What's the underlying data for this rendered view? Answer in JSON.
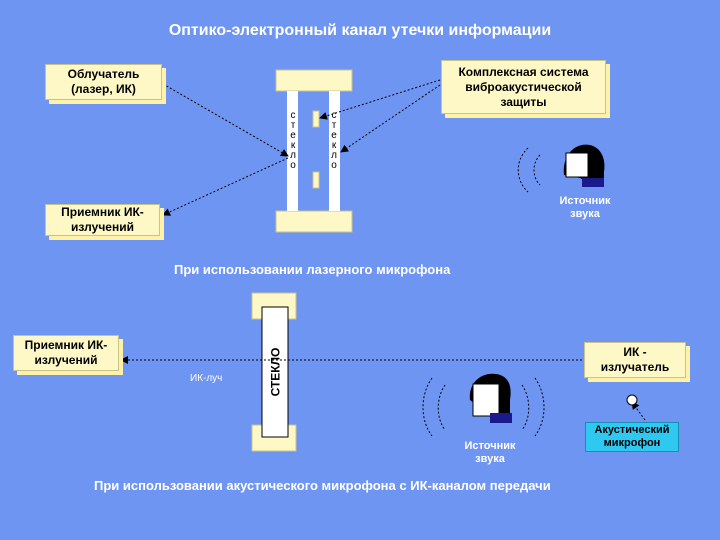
{
  "title": "Оптико-электронный канал утечки информации",
  "top": {
    "irradiator": [
      "Облучатель",
      "(лазер, ИК)"
    ],
    "receiver": [
      "Приемник ИК-",
      "излучений"
    ],
    "vibro_system": [
      "Комплексная система",
      "виброакустической",
      "защиты"
    ],
    "glass_left": [
      "с",
      "т",
      "е",
      "к",
      "л",
      "о"
    ],
    "glass_right": [
      "с",
      "т",
      "е",
      "к",
      "л",
      "о"
    ],
    "sound_source": [
      "Источник",
      "звука"
    ],
    "caption": "При использовании лазерного микрофона"
  },
  "bottom": {
    "receiver": [
      "Приемник ИК-",
      "излучений"
    ],
    "ir_emitter": [
      "ИК -",
      "излучатель"
    ],
    "glass_label": "СТЕКЛО",
    "ir_beam": "ИК-луч",
    "sound_source": [
      "Источник",
      "звука"
    ],
    "acoustic_mic": [
      "Акустический",
      "микрофон"
    ],
    "caption": "При использовании акустического микрофона с ИК-каналом передачи"
  },
  "colors": {
    "background": "#6f95f2",
    "box_fill": "#fdf8c5",
    "box_shadow": "#fff1a8",
    "mic_box_fill": "#2ec8f0",
    "text_on_bg": "#ffffff"
  }
}
